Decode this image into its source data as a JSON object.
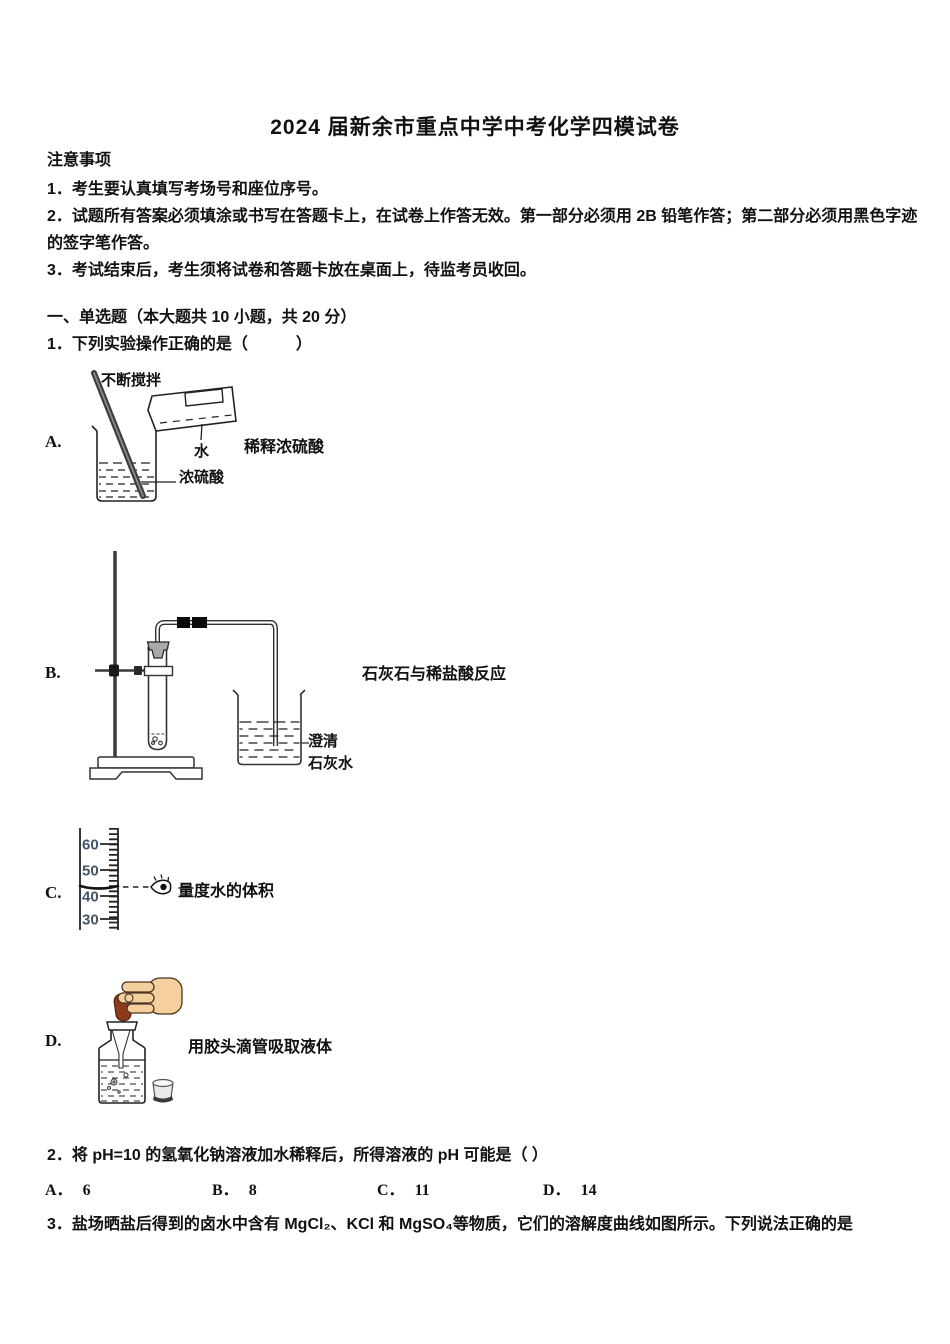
{
  "header": {
    "title": "2024 届新余市重点中学中考化学四模试卷"
  },
  "notice": {
    "heading": "注意事项",
    "items": [
      "1．考生要认真填写考场号和座位序号。",
      "2．试题所有答案必须填涂或书写在答题卡上，在试卷上作答无效。第一部分必须用 2B 铅笔作答；第二部分必须用黑色字迹的签字笔作答。",
      "3．考试结束后，考生须将试卷和答题卡放在桌面上，待监考员收回。"
    ]
  },
  "section": {
    "heading": "一、单选题（本大题共 10 小题，共 20 分）"
  },
  "q1": {
    "text": "1．下列实验操作正确的是（　　　）",
    "A": {
      "label": "A.",
      "caption": "稀释浓硫酸",
      "labels": {
        "stir": "不断搅拌",
        "water": "水",
        "acid": "浓硫酸"
      }
    },
    "B": {
      "label": "B.",
      "caption": "石灰石与稀盐酸反应",
      "labels": {
        "lime1": "澄清",
        "lime2": "石灰水"
      }
    },
    "C": {
      "label": "C.",
      "caption": "量度水的体积",
      "ticks": [
        "60",
        "50",
        "40",
        "30"
      ]
    },
    "D": {
      "label": "D.",
      "caption": "用胶头滴管吸取液体"
    }
  },
  "q2": {
    "text": "2．将 pH=10 的氢氧化钠溶液加水稀释后，所得溶液的 pH 可能是（ ）",
    "options": [
      {
        "label": "A．",
        "value": "6"
      },
      {
        "label": "B．",
        "value": "8"
      },
      {
        "label": "C．",
        "value": "11"
      },
      {
        "label": "D．",
        "value": "14"
      }
    ]
  },
  "q3": {
    "text": "3．盐场晒盐后得到的卤水中含有 MgCl₂、KCl 和 MgSO₄等物质，它们的溶解度曲线如图所示。下列说法正确的是"
  },
  "colors": {
    "page_bg": "#ffffff",
    "text": "#111111",
    "line_art": "#2a2a2a",
    "scale_numbers": "#42566b",
    "dropper_bulb": "#8b3a1c",
    "hand_skin": "#f5cf9e"
  }
}
